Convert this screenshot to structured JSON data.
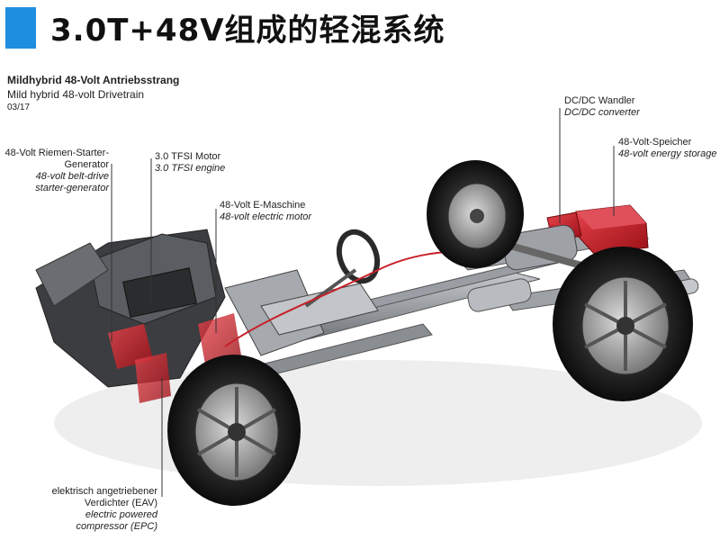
{
  "header": {
    "title": "3.0T+48V组成的轻混系统",
    "accent_color": "#1e8fe0"
  },
  "caption": {
    "title_de": "Mildhybrid 48-Volt Antriebsstrang",
    "title_en": "Mild hybrid 48-volt Drivetrain",
    "date": "03/17"
  },
  "labels": {
    "starter_generator": {
      "de_line1": "48-Volt Riemen-Starter-",
      "de_line2": "Generator",
      "en_line1": "48-volt belt-drive",
      "en_line2": "starter-generator"
    },
    "tfsi": {
      "de": "3.0 TFSI Motor",
      "en": "3.0 TFSI engine"
    },
    "e_machine": {
      "de": "48-Volt E-Maschine",
      "en": "48-volt electric motor"
    },
    "dcdc": {
      "de": "DC/DC Wandler",
      "en": "DC/DC converter"
    },
    "storage": {
      "de": "48-Volt-Speicher",
      "en": "48-volt energy storage"
    },
    "compressor": {
      "de_line1": "elektrisch angetriebener",
      "de_line2": "Verdichter (EAV)",
      "en_line1": "electric powered",
      "en_line2": "compressor (EPC)"
    }
  },
  "colors": {
    "highlight_red": "#c8202a",
    "chassis_gray": "#8a8d92",
    "tire_black": "#1c1c1c"
  }
}
